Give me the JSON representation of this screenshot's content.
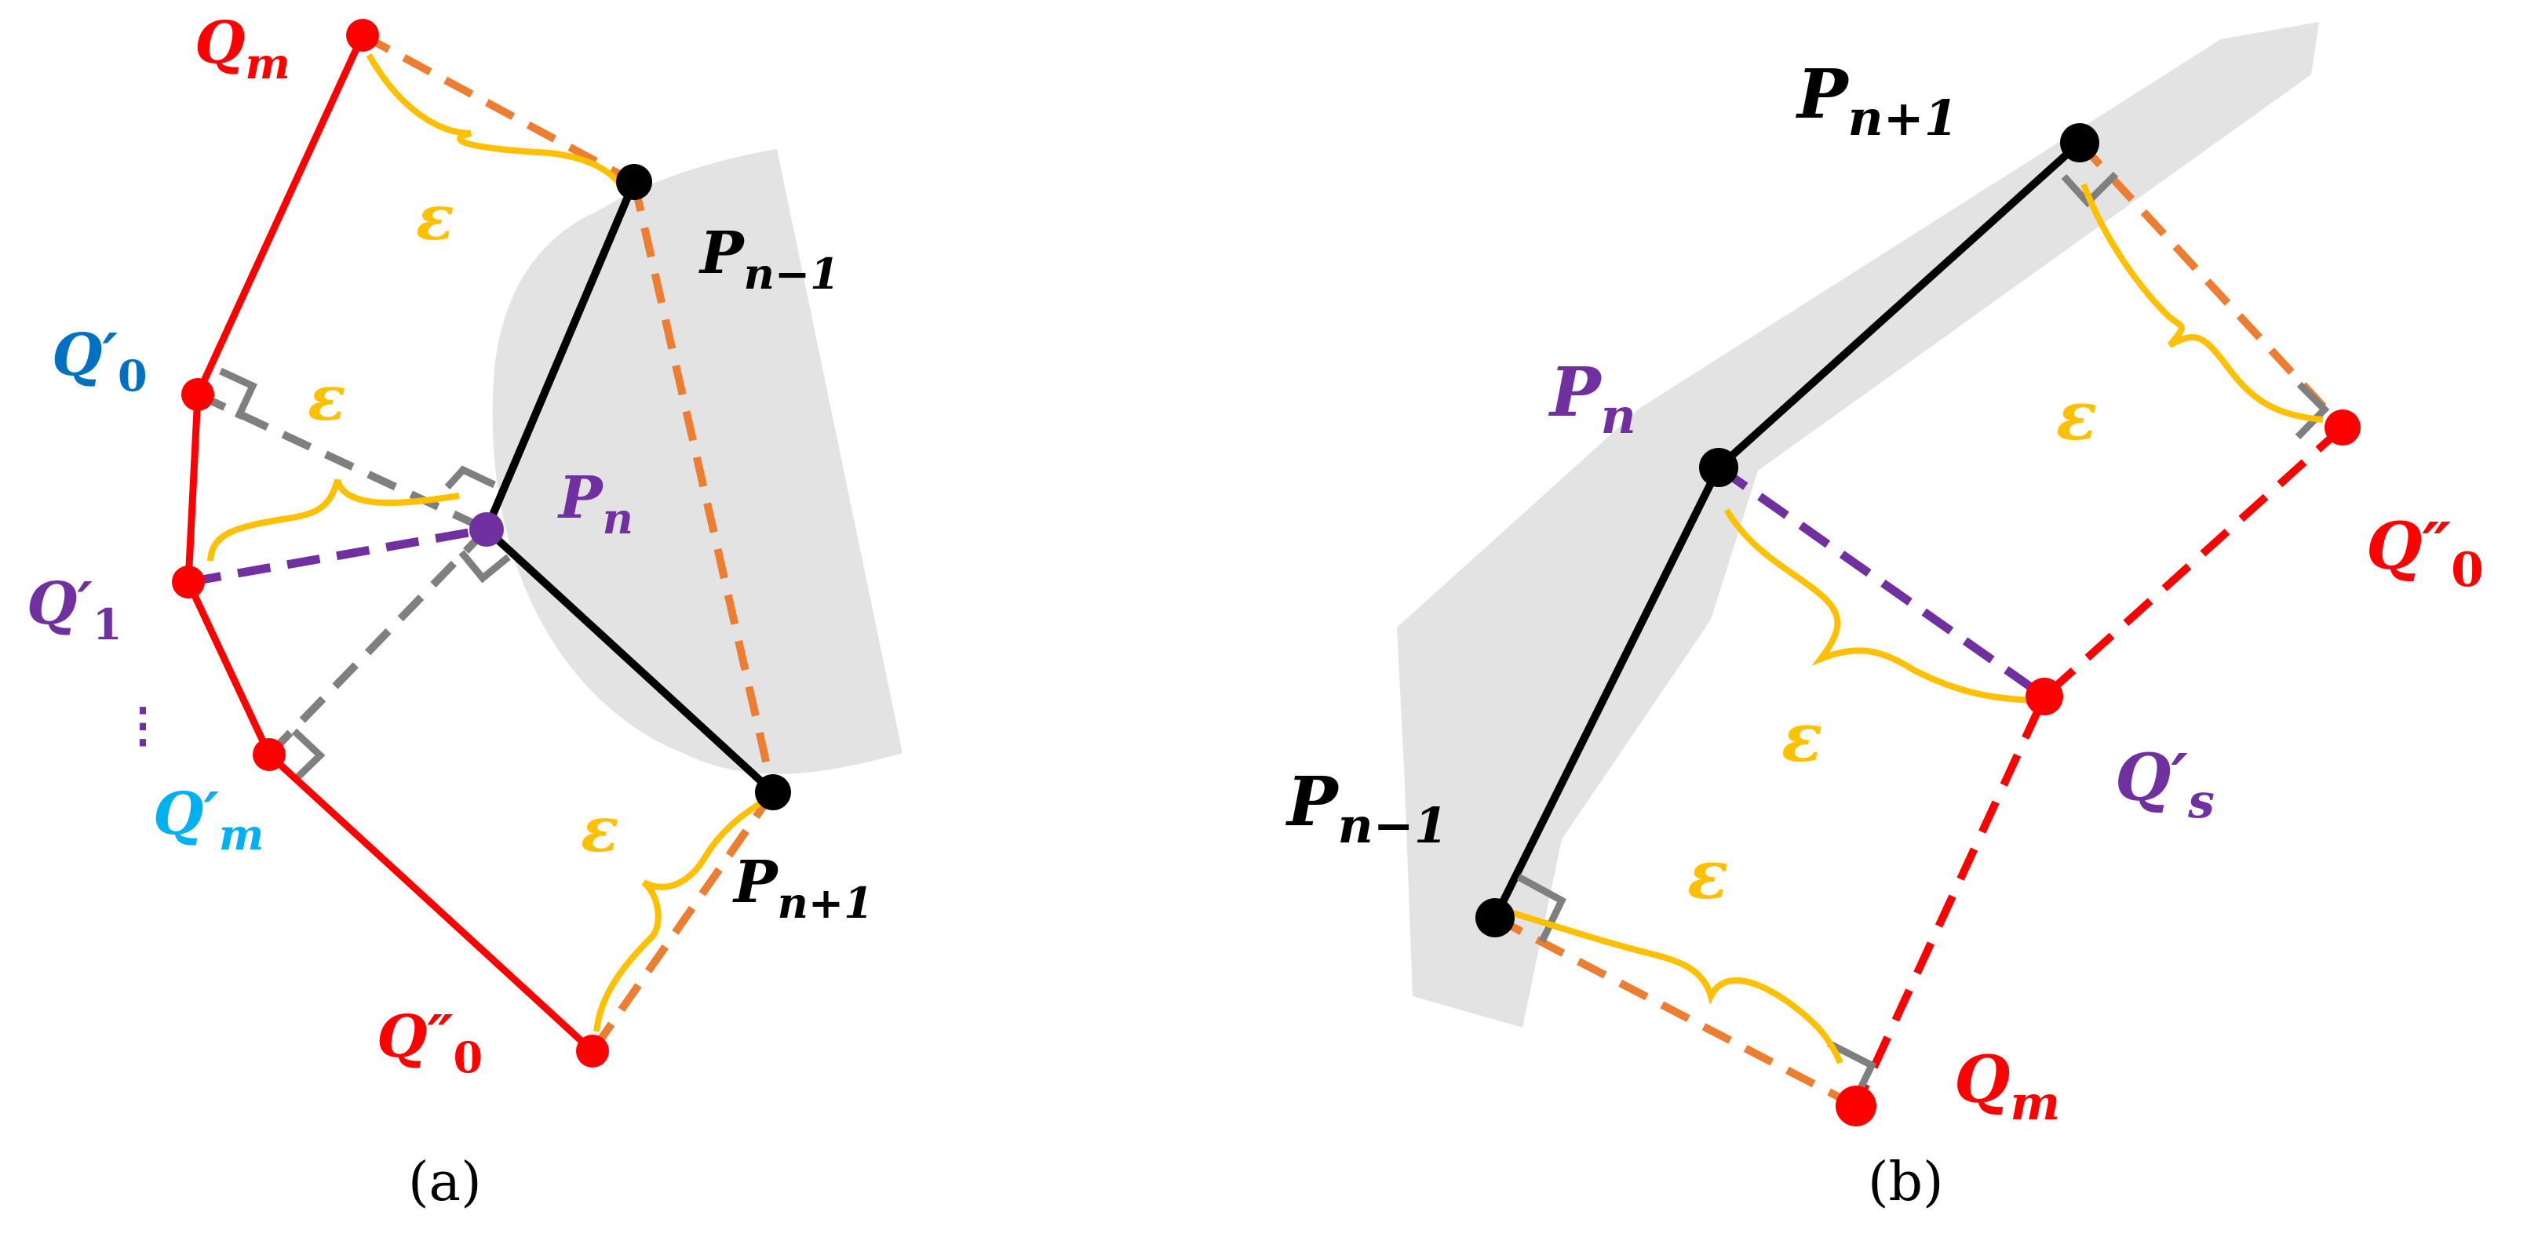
{
  "colors": {
    "red": "#ff0000",
    "black": "#000000",
    "orange": "#ed7d31",
    "yellow": "#ffc000",
    "purple": "#7030a0",
    "gray": "#7f7f7f",
    "shade": "#e3e3e3",
    "blue_dark": "#0070c0",
    "blue_light": "#00b0f0"
  },
  "panel_a": {
    "caption": "(a)",
    "labels": {
      "q_m": {
        "base": "Q",
        "sub": "m"
      },
      "q_prime_0": {
        "base": "Q′",
        "sub": "0"
      },
      "q_prime_1": {
        "base": "Q′",
        "sub": "1"
      },
      "q_prime_m": {
        "base": "Q′",
        "sub": "m"
      },
      "q_dprime_0": {
        "base": "Q″",
        "sub": "0"
      },
      "p_n_minus_1": {
        "base": "P",
        "sub": "n−1"
      },
      "p_n": {
        "base": "P",
        "sub": "n"
      },
      "p_n_plus_1": {
        "base": "P",
        "sub": "n+1"
      },
      "dots": "⋮",
      "epsilon_1": "ε",
      "epsilon_2": "ε",
      "epsilon_3": "ε"
    }
  },
  "panel_b": {
    "caption": "(b)",
    "labels": {
      "p_n_plus_1": {
        "base": "P",
        "sub": "n+1"
      },
      "p_n": {
        "base": "P",
        "sub": "n"
      },
      "p_n_minus_1": {
        "base": "P",
        "sub": "n−1"
      },
      "q_dprime_0": {
        "base": "Q″",
        "sub": "0"
      },
      "q_prime_s": {
        "base": "Q′",
        "sub": "s"
      },
      "q_m": {
        "base": "Q",
        "sub": "m"
      },
      "epsilon_1": "ε",
      "epsilon_2": "ε",
      "epsilon_3": "ε"
    }
  }
}
